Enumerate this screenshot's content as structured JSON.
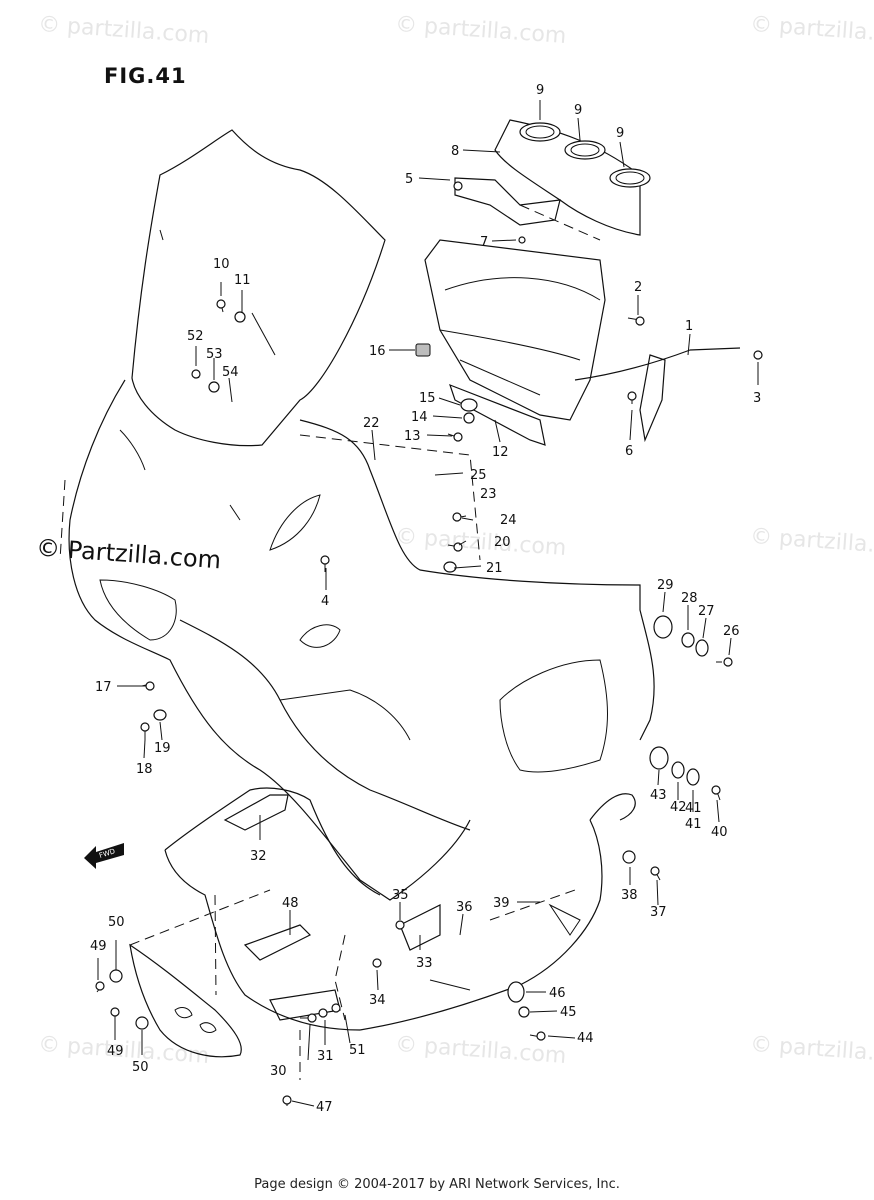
{
  "figure": {
    "title": "FIG.41"
  },
  "watermarks": {
    "small_text": "© partzilla.com",
    "large_text": "© Partzilla.com"
  },
  "footer": {
    "text": "Page design © 2004-2017 by ARI Network Services, Inc."
  },
  "diagram": {
    "fwd_arrow_label": "FWD",
    "part_numbers": [
      "1",
      "2",
      "3",
      "4",
      "5",
      "6",
      "7",
      "8",
      "9",
      "9",
      "9",
      "10",
      "11",
      "12",
      "13",
      "14",
      "15",
      "16",
      "17",
      "18",
      "19",
      "20",
      "21",
      "22",
      "23",
      "24",
      "25",
      "26",
      "27",
      "28",
      "29",
      "30",
      "31",
      "32",
      "33",
      "34",
      "35",
      "36",
      "37",
      "38",
      "39",
      "40",
      "41",
      "41",
      "42",
      "43",
      "44",
      "45",
      "46",
      "47",
      "48",
      "49",
      "49",
      "50",
      "50",
      "51",
      "52",
      "53",
      "54"
    ]
  },
  "colors": {
    "line": "#111111",
    "shade": "#bdbdbd",
    "watermark": "#e6e6e6"
  }
}
